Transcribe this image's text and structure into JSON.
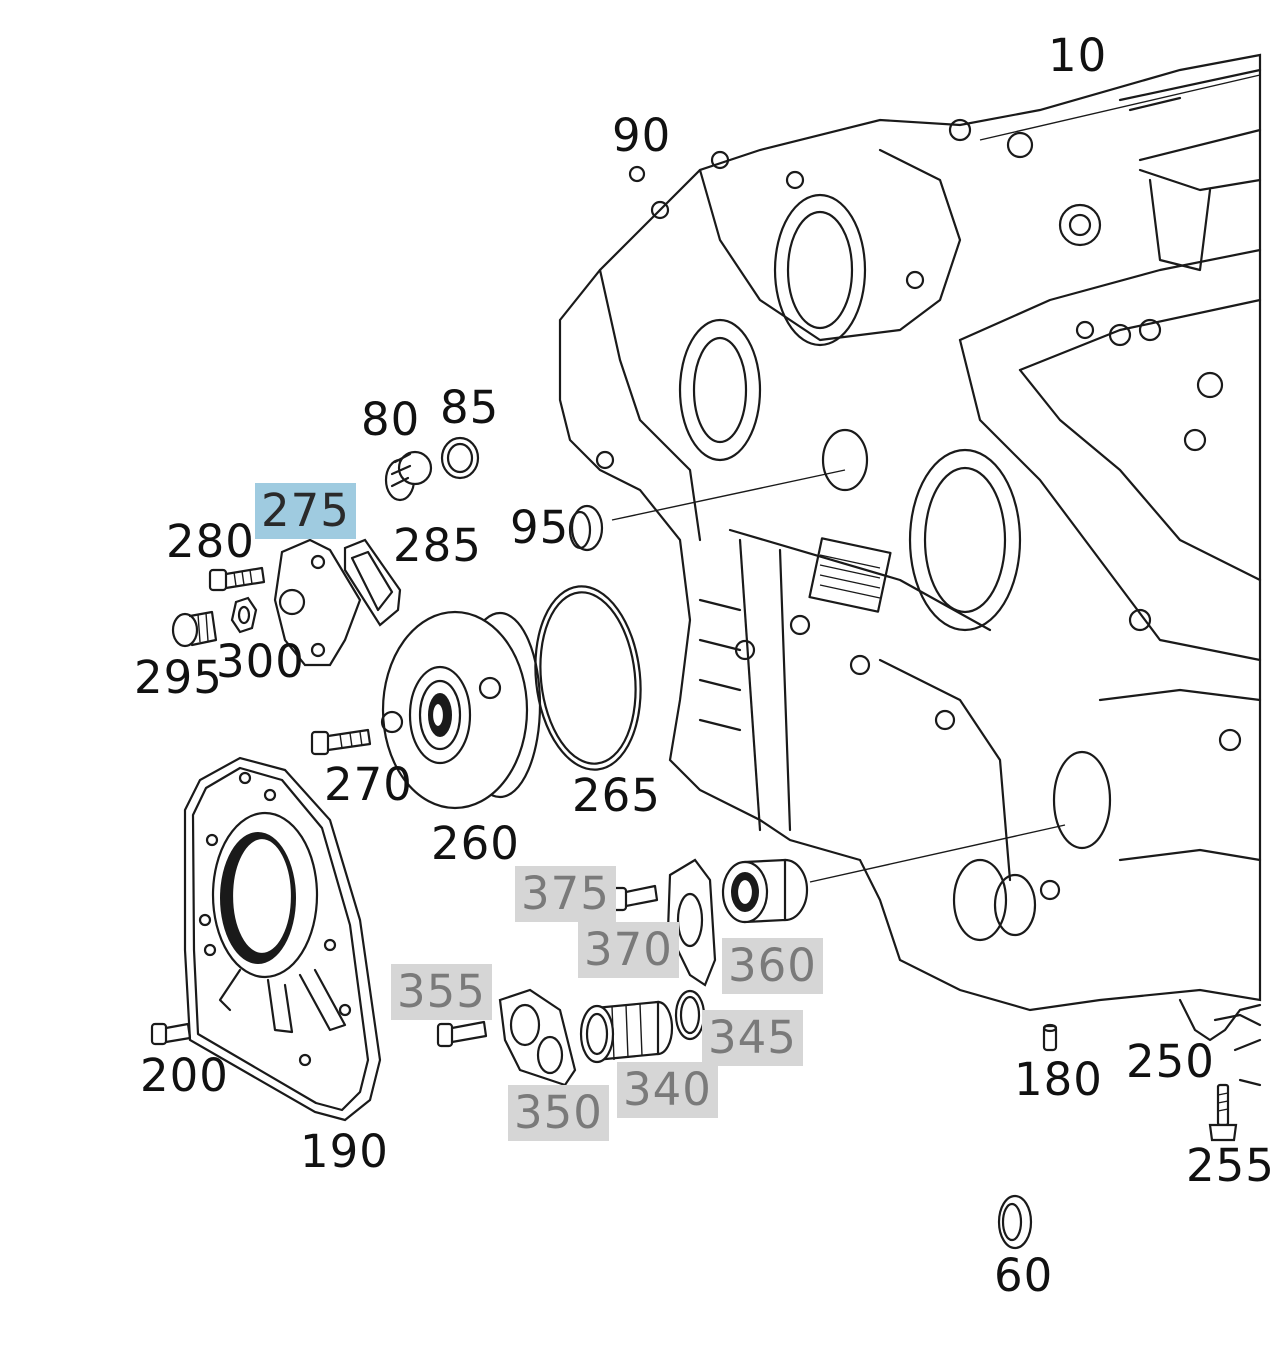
{
  "callouts": [
    {
      "id": "10",
      "label": "10",
      "state": "normal"
    },
    {
      "id": "90",
      "label": "90",
      "state": "normal"
    },
    {
      "id": "80",
      "label": "80",
      "state": "normal"
    },
    {
      "id": "85",
      "label": "85",
      "state": "normal"
    },
    {
      "id": "275",
      "label": "275",
      "state": "selected"
    },
    {
      "id": "280",
      "label": "280",
      "state": "normal"
    },
    {
      "id": "285",
      "label": "285",
      "state": "normal"
    },
    {
      "id": "95",
      "label": "95",
      "state": "normal"
    },
    {
      "id": "295",
      "label": "295",
      "state": "normal"
    },
    {
      "id": "300",
      "label": "300",
      "state": "normal"
    },
    {
      "id": "270",
      "label": "270",
      "state": "normal"
    },
    {
      "id": "265",
      "label": "265",
      "state": "normal"
    },
    {
      "id": "260",
      "label": "260",
      "state": "normal"
    },
    {
      "id": "375",
      "label": "375",
      "state": "unavailable"
    },
    {
      "id": "370",
      "label": "370",
      "state": "unavailable"
    },
    {
      "id": "360",
      "label": "360",
      "state": "unavailable"
    },
    {
      "id": "355",
      "label": "355",
      "state": "unavailable"
    },
    {
      "id": "345",
      "label": "345",
      "state": "unavailable"
    },
    {
      "id": "340",
      "label": "340",
      "state": "unavailable"
    },
    {
      "id": "350",
      "label": "350",
      "state": "unavailable"
    },
    {
      "id": "200",
      "label": "200",
      "state": "normal"
    },
    {
      "id": "190",
      "label": "190",
      "state": "normal"
    },
    {
      "id": "180",
      "label": "180",
      "state": "normal"
    },
    {
      "id": "250",
      "label": "250",
      "state": "normal"
    },
    {
      "id": "255",
      "label": "255",
      "state": "normal"
    },
    {
      "id": "60",
      "label": "60",
      "state": "normal"
    }
  ],
  "colors": {
    "selected_bg": "#9fcbe0",
    "unavailable_bg": "#d6d6d6",
    "unavailable_text": "#7a7a7a",
    "line": "#1a1a1a"
  }
}
